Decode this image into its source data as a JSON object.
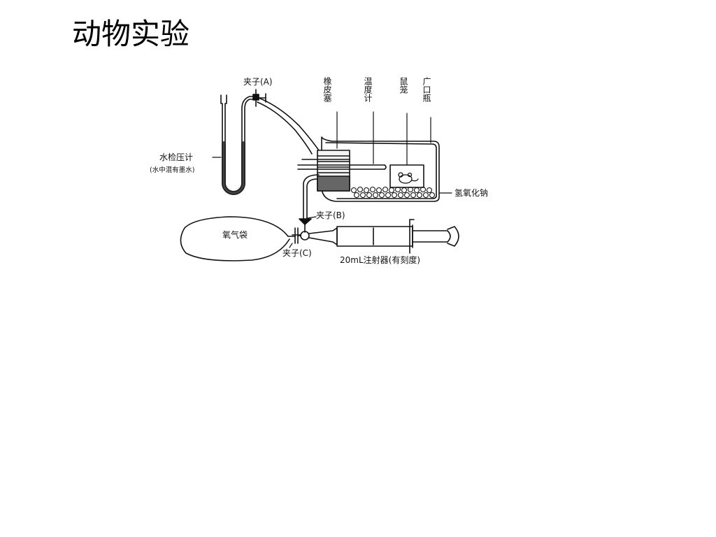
{
  "slide": {
    "title": "动物实验"
  },
  "diagram": {
    "labels": {
      "clamp_a": "夹子(A)",
      "rubber_stopper": "橡皮塞",
      "thermometer": "温度计",
      "mouse_cage": "鼠笼",
      "wide_mouth_bottle": "广口瓶",
      "manometer": "水检压计",
      "manometer_note": "(水中混有墨水)",
      "sodium_hydroxide": "氢氧化钠",
      "clamp_b": "夹子(B)",
      "oxygen_bag": "氧气袋",
      "clamp_c": "夹子(C)",
      "syringe": "20mL注射器(有刻度)"
    }
  }
}
